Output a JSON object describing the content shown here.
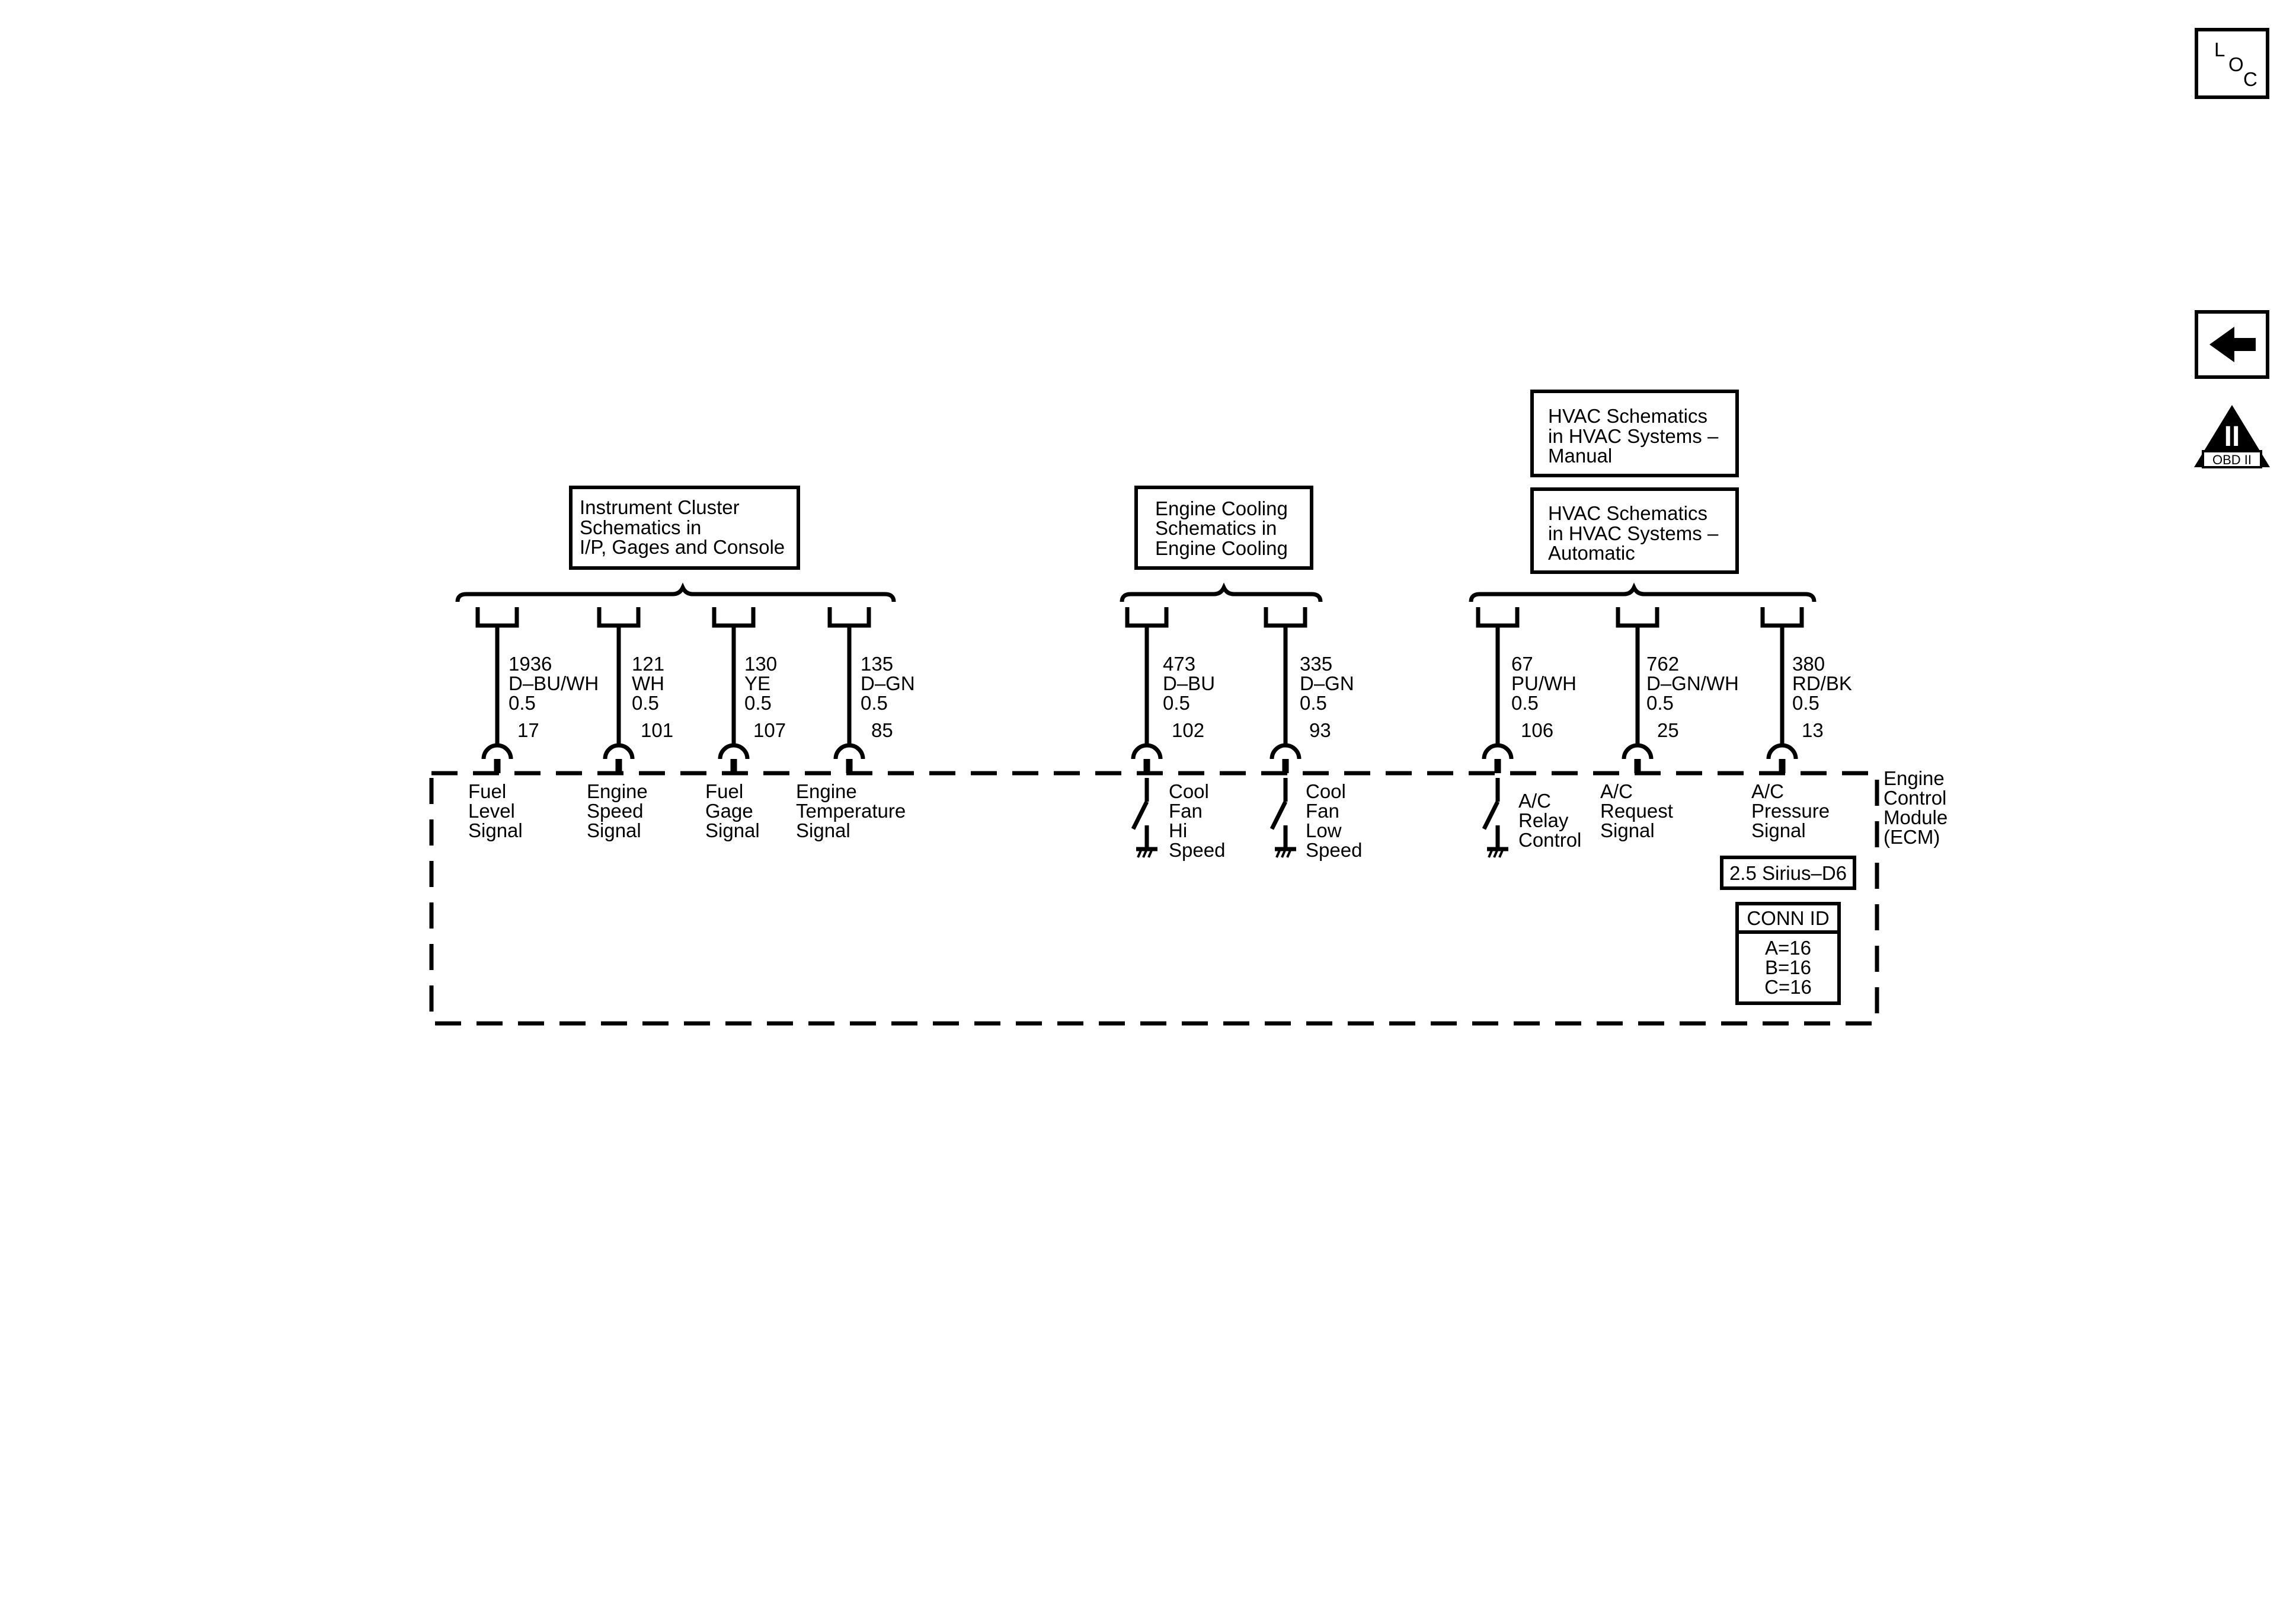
{
  "header_icons": {
    "loc": {
      "letters": [
        "L",
        "O",
        "C"
      ]
    },
    "back": {
      "name": "back-arrow-icon"
    },
    "obd": {
      "numeral": "II",
      "caption": "OBD II"
    }
  },
  "references": {
    "instrument_cluster": [
      "Instrument Cluster",
      "Schematics in",
      "I/P, Gages and Console"
    ],
    "engine_cooling": [
      "Engine Cooling",
      "Schematics in",
      "Engine Cooling"
    ],
    "hvac_manual": [
      "HVAC Schematics",
      "in HVAC Systems –",
      "Manual"
    ],
    "hvac_automatic": [
      "HVAC Schematics",
      "in HVAC Systems –",
      "Automatic"
    ]
  },
  "wires": [
    {
      "circuit": "1936",
      "color": "D–BU/WH",
      "gauge": "0.5",
      "pin": "17",
      "signal": [
        "Fuel",
        "Level",
        "Signal"
      ]
    },
    {
      "circuit": "121",
      "color": "WH",
      "gauge": "0.5",
      "pin": "101",
      "signal": [
        "Engine",
        "Speed",
        "Signal"
      ]
    },
    {
      "circuit": "130",
      "color": "YE",
      "gauge": "0.5",
      "pin": "107",
      "signal": [
        "Fuel",
        "Gage",
        "Signal"
      ]
    },
    {
      "circuit": "135",
      "color": "D–GN",
      "gauge": "0.5",
      "pin": "85",
      "signal": [
        "Engine",
        "Temperature",
        "Signal"
      ]
    },
    {
      "circuit": "473",
      "color": "D–BU",
      "gauge": "0.5",
      "pin": "102",
      "signal": [
        "Cool",
        "Fan",
        "Hi",
        "Speed"
      ]
    },
    {
      "circuit": "335",
      "color": "D–GN",
      "gauge": "0.5",
      "pin": "93",
      "signal": [
        "Cool",
        "Fan",
        "Low",
        "Speed"
      ]
    },
    {
      "circuit": "67",
      "color": "PU/WH",
      "gauge": "0.5",
      "pin": "106",
      "signal": [
        "A/C",
        "Relay",
        "Control"
      ]
    },
    {
      "circuit": "762",
      "color": "D–GN/WH",
      "gauge": "0.5",
      "pin": "25",
      "signal": [
        "A/C",
        "Request",
        "Signal"
      ]
    },
    {
      "circuit": "380",
      "color": "RD/BK",
      "gauge": "0.5",
      "pin": "13",
      "signal": [
        "A/C",
        "Pressure",
        "Signal"
      ]
    }
  ],
  "module": {
    "name": [
      "Engine",
      "Control",
      "Module",
      "(ECM)"
    ],
    "variant": "2.5 Sirius–D6",
    "conn_id": {
      "title": "CONN ID",
      "lines": [
        "A=16",
        "B=16",
        "C=16"
      ]
    }
  }
}
